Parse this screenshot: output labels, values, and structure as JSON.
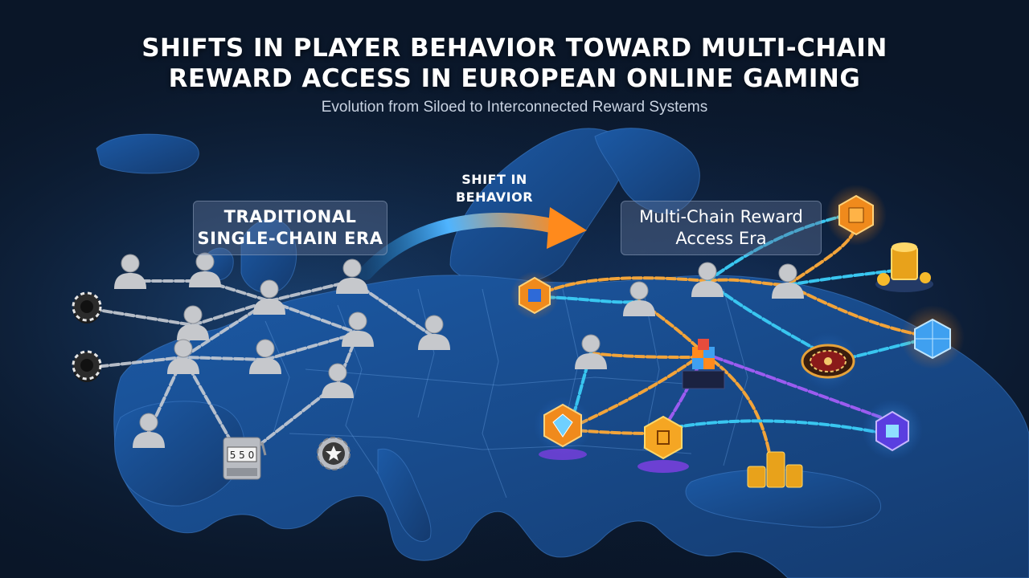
{
  "header": {
    "title_line1": "SHIFTS IN PLAYER BEHAVIOR TOWARD MULTI-CHAIN",
    "title_line2": "REWARD ACCESS IN EUROPEAN ONLINE GAMING",
    "subtitle": "Evolution from Siloed to Interconnected Reward Systems"
  },
  "left_era": {
    "label_line1": "TRADITIONAL",
    "label_line2": "SINGLE-CHAIN ERA"
  },
  "transition": {
    "label_line1": "SHIFT IN",
    "label_line2": "BEHAVIOR"
  },
  "right_era": {
    "label_line1": "Multi-Chain Reward",
    "label_line2": "Access Era"
  },
  "colors": {
    "background": "#0a1628",
    "map": "#1d4f8f",
    "chain_silver": "#c7ccd4",
    "chain_gold": "#f2a43a",
    "chain_cyan": "#39c6f0",
    "chain_purple": "#9b5cf0",
    "arrow_start": "#1f8fe0",
    "arrow_end": "#ff8a1c",
    "player": "#c6c8cc"
  },
  "icons": [
    "player-icon",
    "poker-chip-icon",
    "slot-machine-icon",
    "star-badge-icon",
    "token-hub-icon",
    "gold-coins-icon",
    "blockchain-cube-icon",
    "roulette-icon",
    "gem-icon",
    "hexagon-token-icon"
  ]
}
